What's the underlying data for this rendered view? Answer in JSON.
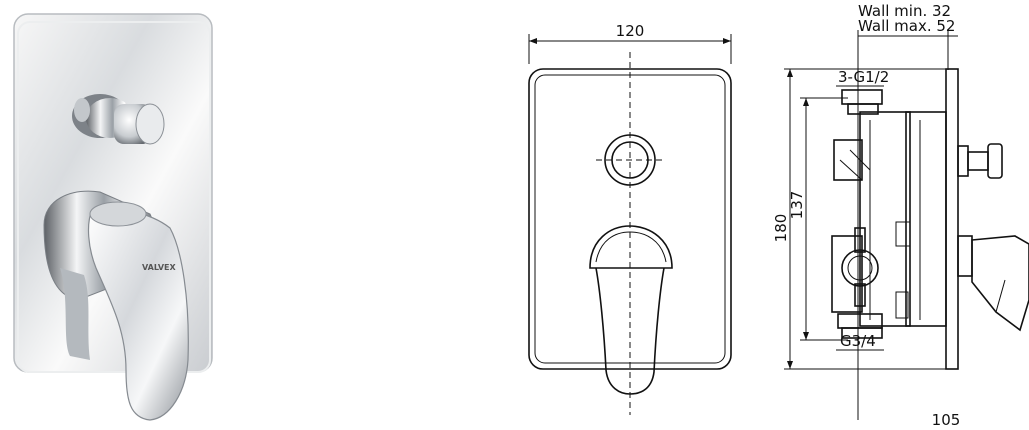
{
  "product_photo": {
    "brand_logo_text": "VALVEX"
  },
  "front_view": {
    "width_label": "120"
  },
  "side_view": {
    "wall_min_label": "Wall min. 32",
    "wall_max_label": "Wall max. 52",
    "top_thread_label": "3-G1/2",
    "bottom_thread_label": "G3/4",
    "height_total_label": "180",
    "height_inner_label": "137",
    "depth_label": "105"
  }
}
